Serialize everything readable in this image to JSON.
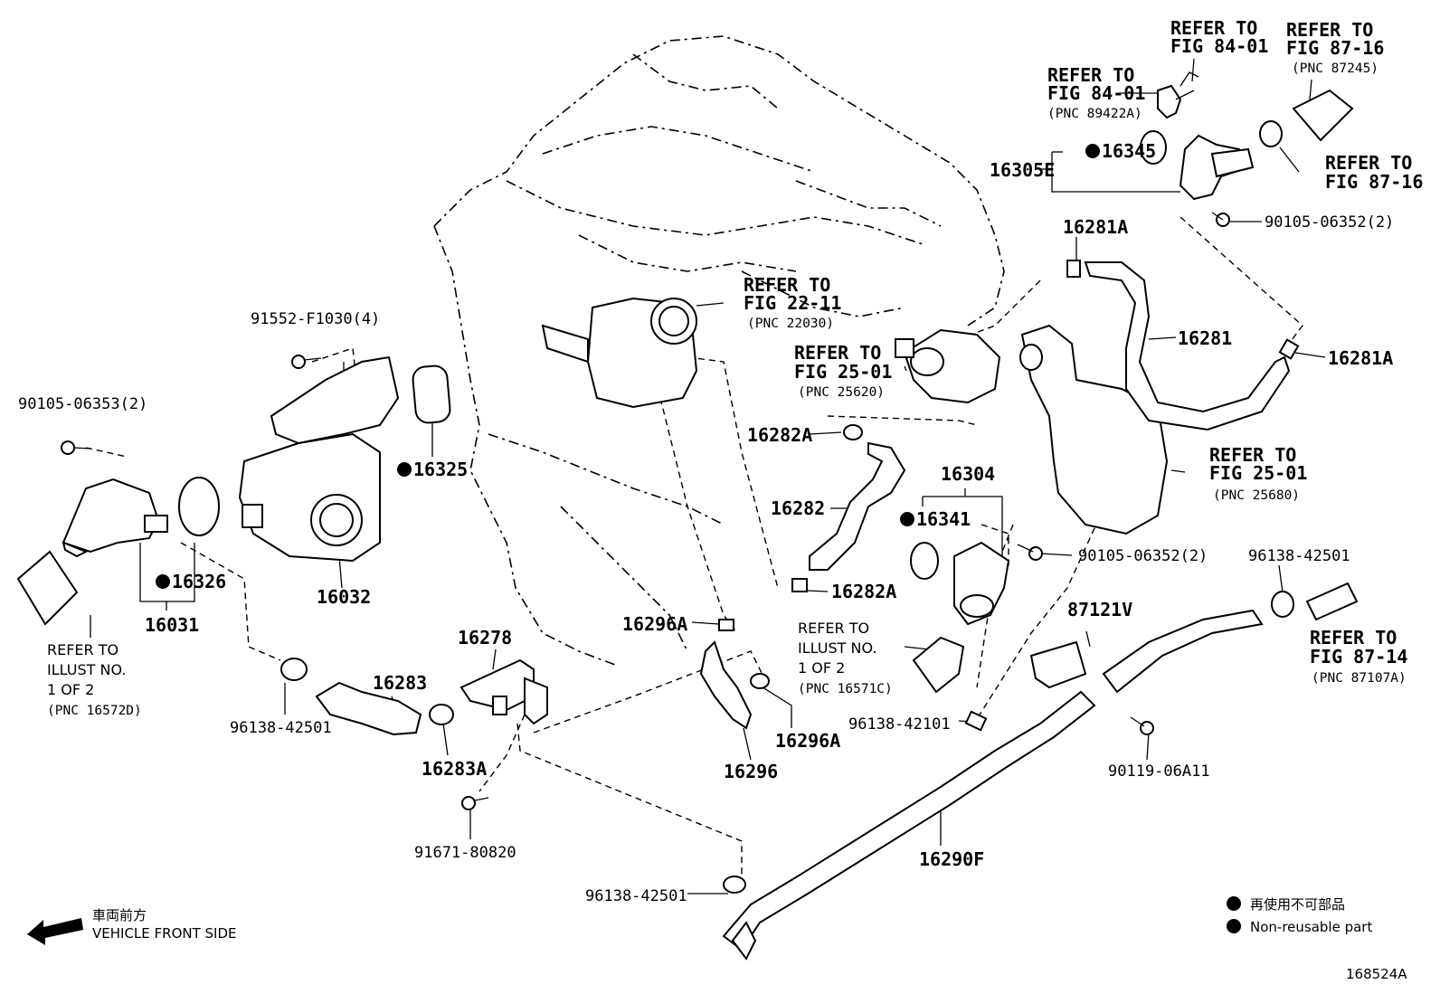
{
  "labels": {
    "refer_84_01_top": [
      "REFER TO",
      "FIG 84-01"
    ],
    "refer_87_16_top": [
      "REFER TO",
      "FIG 87-16"
    ],
    "pnc_87245": "(PNC 87245)",
    "refer_84_01_mid": [
      "REFER TO",
      "FIG 84-01"
    ],
    "pnc_89422a": "(PNC 89422A)",
    "p16345": "16345",
    "p16305e": "16305E",
    "refer_87_16_right": [
      "REFER TO",
      "FIG 87-16"
    ],
    "p90105_06352_top": "90105-06352(2)",
    "p16281a_top": "16281A",
    "refer_22_11": [
      "REFER TO",
      "FIG 22-11"
    ],
    "pnc_22030": "(PNC 22030)",
    "p91552": "91552-F1030(4)",
    "refer_25_01_left": [
      "REFER TO",
      "FIG 25-01"
    ],
    "pnc_25620": "(PNC 25620)",
    "p16281": "16281",
    "p16281a_right": "16281A",
    "p90105_06353": "90105-06353(2)",
    "p16282a_top": "16282A",
    "refer_25_01_right": [
      "REFER TO",
      "FIG 25-01"
    ],
    "pnc_25680": "(PNC 25680)",
    "p16325": "16325",
    "p16304": "16304",
    "p16282": "16282",
    "p16341": "16341",
    "p90105_06352_mid": "90105-06352(2)",
    "p96138_42501_right": "96138-42501",
    "p16326": "16326",
    "p16032": "16032",
    "p16282a_bottom": "16282A",
    "p87121v": "87121V",
    "p16031": "16031",
    "p16296a_left": "16296A",
    "refer_illust_right": [
      "REFER TO",
      "ILLUST NO.",
      "1 OF 2"
    ],
    "pnc_16571c": "(PNC 16571C)",
    "refer_87_14": [
      "REFER TO",
      "FIG 87-14"
    ],
    "pnc_87107a": "(PNC 87107A)",
    "refer_illust_left": [
      "REFER TO",
      "ILLUST NO.",
      "1 OF 2"
    ],
    "pnc_16572d": "(PNC 16572D)",
    "p16278": "16278",
    "p16283": "16283",
    "p96138_42501_left": "96138-42501",
    "p96138_42101": "96138-42101",
    "p16296a_right": "16296A",
    "p16283a": "16283A",
    "p16296": "16296",
    "p90119": "90119-06A11",
    "p91671": "91671-80820",
    "p16290f": "16290F",
    "p96138_42501_bottom": "96138-42501"
  },
  "legend": {
    "front_jp": "車両前方",
    "front_en": "VEHICLE FRONT SIDE",
    "nonreuse_jp": "再使用不可部品",
    "nonreuse_en": "Non-reusable part"
  },
  "figure_id": "168524A"
}
